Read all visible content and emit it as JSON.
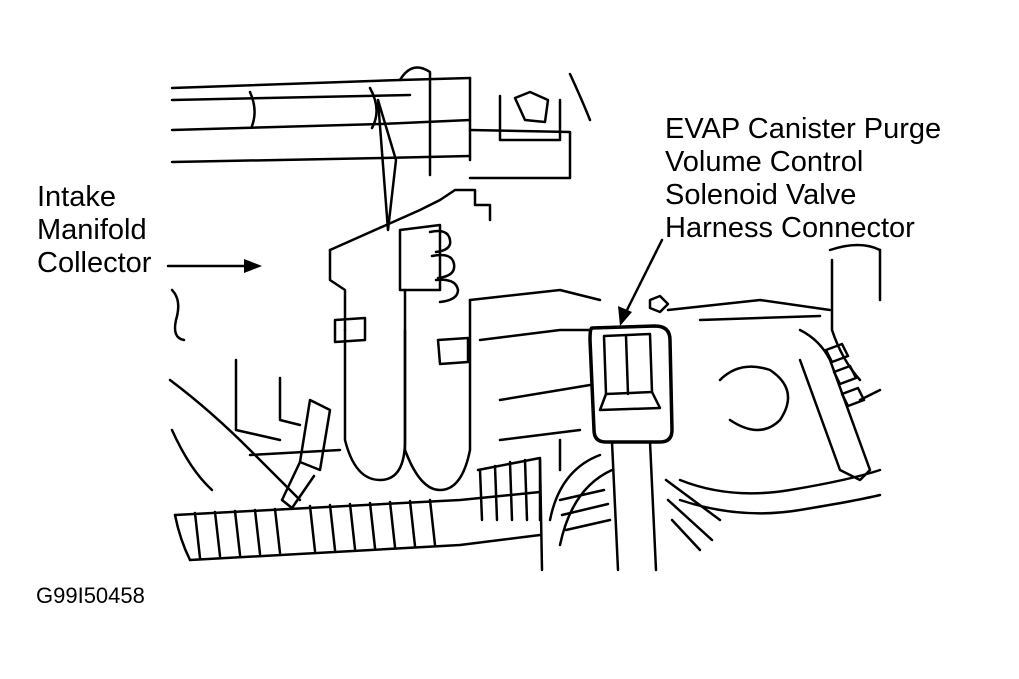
{
  "labels": {
    "intake_manifold": [
      "Intake",
      "Manifold",
      "Collector"
    ],
    "evap_connector": [
      "EVAP Canister Purge",
      "Volume Control",
      "Solenoid Valve",
      "Harness Connector"
    ]
  },
  "figure_code": "G99I50458",
  "colors": {
    "line": "#000000",
    "background": "#ffffff"
  }
}
